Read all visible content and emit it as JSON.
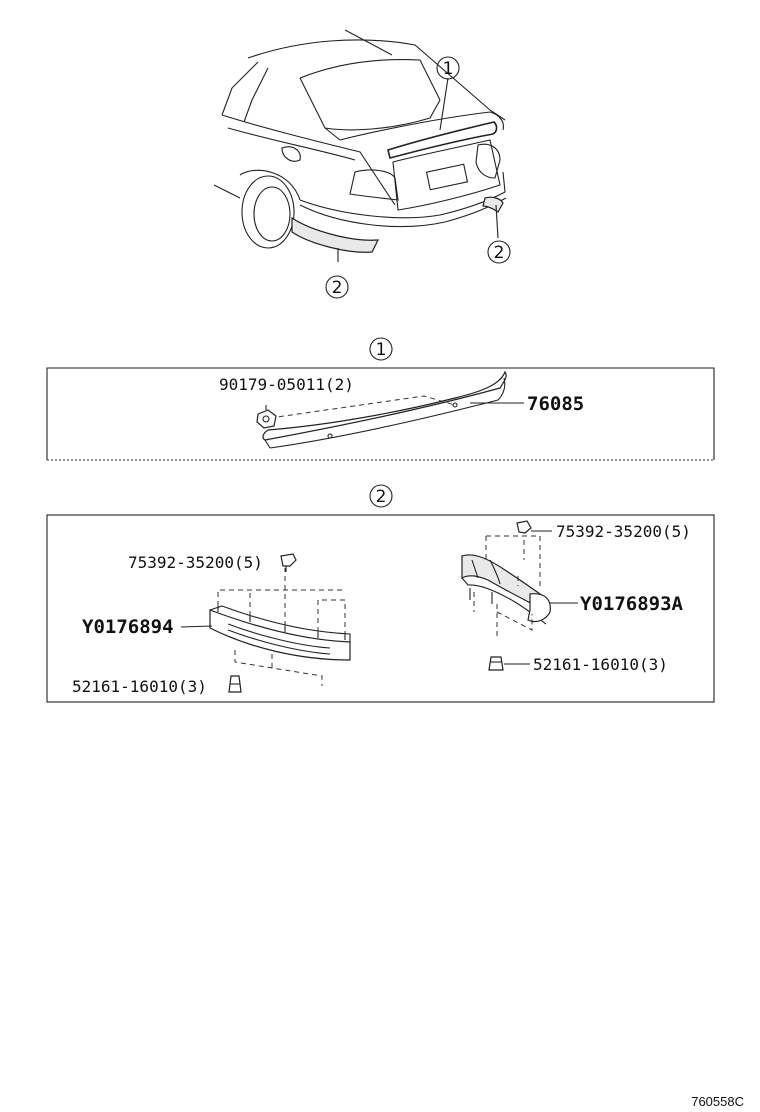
{
  "callouts": {
    "c1": "1",
    "c2": "2"
  },
  "section1": {
    "nut_part": "90179-05011(2)",
    "spoiler_part": "76085"
  },
  "section2": {
    "left": {
      "clip_top": "75392-35200(5)",
      "extension": "Y0176894",
      "clip_bottom": "52161-16010(3)"
    },
    "right": {
      "clip_top": "75392-35200(5)",
      "extension": "Y0176893A",
      "clip_bottom": "52161-16010(3)"
    }
  },
  "footer": {
    "diagram_ref": "760558C"
  }
}
